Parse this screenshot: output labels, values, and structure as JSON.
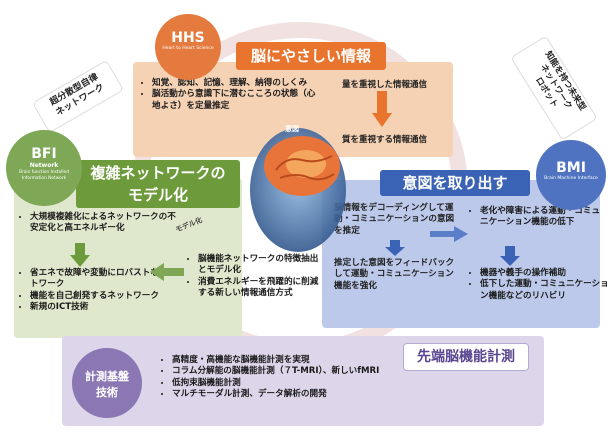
{
  "colors": {
    "orange": "#e8742d",
    "orange_light": "#f6c8a3",
    "green": "#6d9a3a",
    "green_light": "#dbe7c6",
    "blue": "#3a63b6",
    "blue_light": "#b8c8ea",
    "purple": "#7d6aa6",
    "purple_light": "#dcd4ea"
  },
  "hhs": {
    "title": "HHS",
    "subtitle": "Heart to Heart Science"
  },
  "bfi": {
    "title": "BFI",
    "subtitle": "Network",
    "desc": "Brain function Installed Information Network"
  },
  "bmi": {
    "title": "BMI",
    "subtitle": "Brain Machine Interface"
  },
  "measure_circle": {
    "line1": "計測基盤",
    "line2": "技術"
  },
  "banner_left": {
    "line1": "超分散型自律",
    "line2": "ネットワーク"
  },
  "banner_right": {
    "line1": "知能を持つ未来型",
    "line2": "ネットワーク",
    "line3": "ロボット"
  },
  "brain_section": {
    "title": "脳にやさしい情報",
    "bullets": [
      "知覚、認知、記憶、理解、納得のしくみ",
      "脳活動から意識下に潜むこころの状態（心地よさ）を定量推定"
    ],
    "flow_top": "量を重視した情報通信",
    "flow_bottom": "質を重視する情報通信"
  },
  "network_section": {
    "title_line1": "複雑ネットワークの",
    "title_line2": "モデル化",
    "bullets_top": [
      "大規模複雑化によるネットワークの不安定化と高エネルギー化"
    ],
    "bullets_bottom": [
      "省エネで故障や変動にロバストなネットワーク",
      "機能を自己創発するネットワーク",
      "新規のICT技術"
    ],
    "model_label": "モデル化",
    "center_bullets": [
      "脳機能ネットワークの特徴抽出とモデル化",
      "消費エネルギーを飛躍的に削減する新しい情報通信方式"
    ]
  },
  "intent_section": {
    "title": "意図を取り出す",
    "arrow_label": "意図",
    "left_top": "脳情報をデコーディングして運動・コミュニケーションの意図を推定",
    "left_bottom": "推定した意図をフィードバックして運動・コミュニケーション機能を強化",
    "right_top": [
      "老化や障害による運動・コミュニケーション機能の低下"
    ],
    "right_bottom": [
      "機器や義手の操作補助",
      "低下した運動・コミュニケーション機能などのリハビリ"
    ]
  },
  "advanced_section": {
    "title": "先端脳機能計測",
    "bullets": [
      "高精度・高機能な脳機能計測を実現",
      "コラム分解能の脳機能計測（７T-MRI）、新しいfMRI",
      "低拘束脳機能計測",
      "マルチモーダル計測、データ解析の開発"
    ]
  }
}
